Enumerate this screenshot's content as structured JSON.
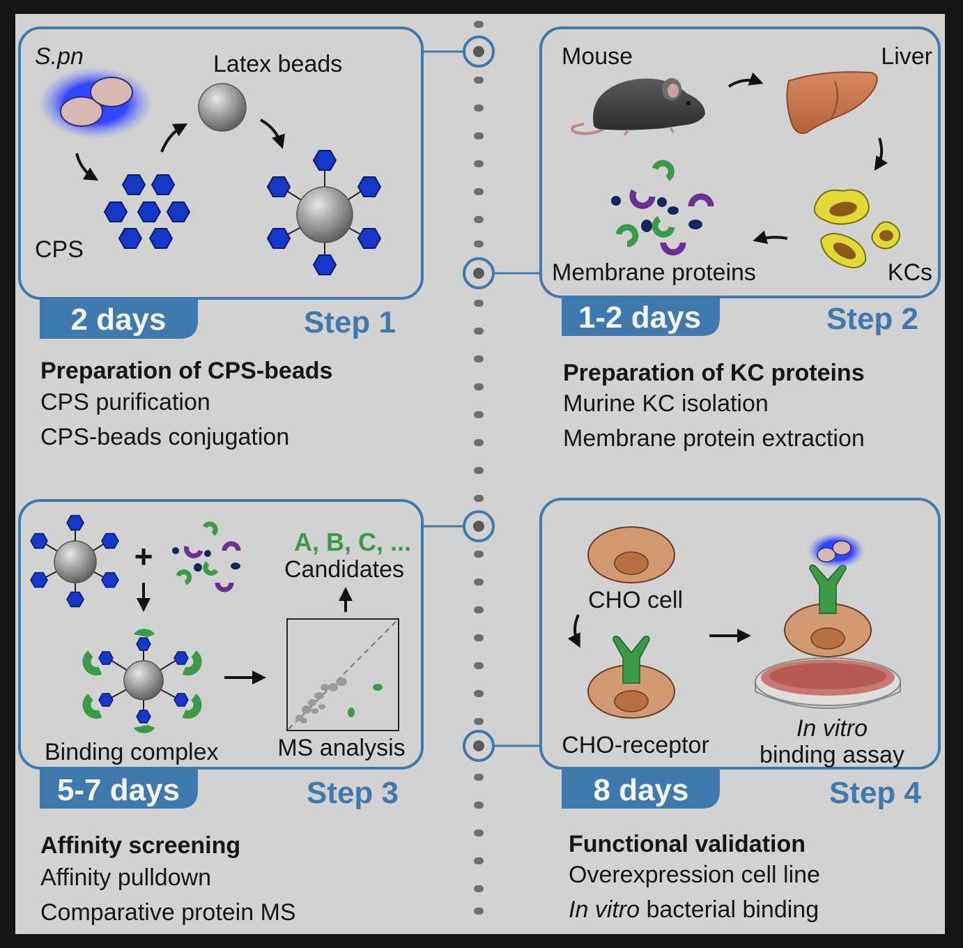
{
  "colors": {
    "accent_blue": "#3f79ad",
    "hexagon_blue": "#1538c8",
    "green": "#3a9a48",
    "purple": "#6a2f91",
    "navy": "#12285a",
    "background": "#d2d2d2"
  },
  "step1": {
    "step_label": "Step 1",
    "duration": "2 days",
    "label_spn": "S.pn",
    "label_latex": "Latex beads",
    "label_cps": "CPS",
    "title": "Preparation of CPS-beads",
    "line1": "CPS purification",
    "line2": "CPS-beads conjugation"
  },
  "step2": {
    "step_label": "Step 2",
    "duration": "1-2 days",
    "label_mouse": "Mouse",
    "label_liver": "Liver",
    "label_kcs": "KCs",
    "label_membrane": "Membrane proteins",
    "title": "Preparation of KC proteins",
    "line1": "Murine KC isolation",
    "line2": "Membrane protein extraction"
  },
  "step3": {
    "step_label": "Step 3",
    "duration": "5-7 days",
    "candidates_letters": "A, B, C, ...",
    "candidates_label": "Candidates",
    "label_binding": "Binding complex",
    "label_ms": "MS analysis",
    "title": "Affinity screening",
    "line1": "Affinity pulldown",
    "line2": "Comparative protein MS"
  },
  "step4": {
    "step_label": "Step 4",
    "duration": "8 days",
    "label_cho": "CHO cell",
    "label_cho_receptor": "CHO-receptor",
    "label_invitro": "In vitro",
    "label_assay": "binding assay",
    "title": "Functional validation",
    "line1": "Overexpression cell line",
    "line2_italic": "In vitro",
    "line2_rest": " bacterial binding"
  }
}
